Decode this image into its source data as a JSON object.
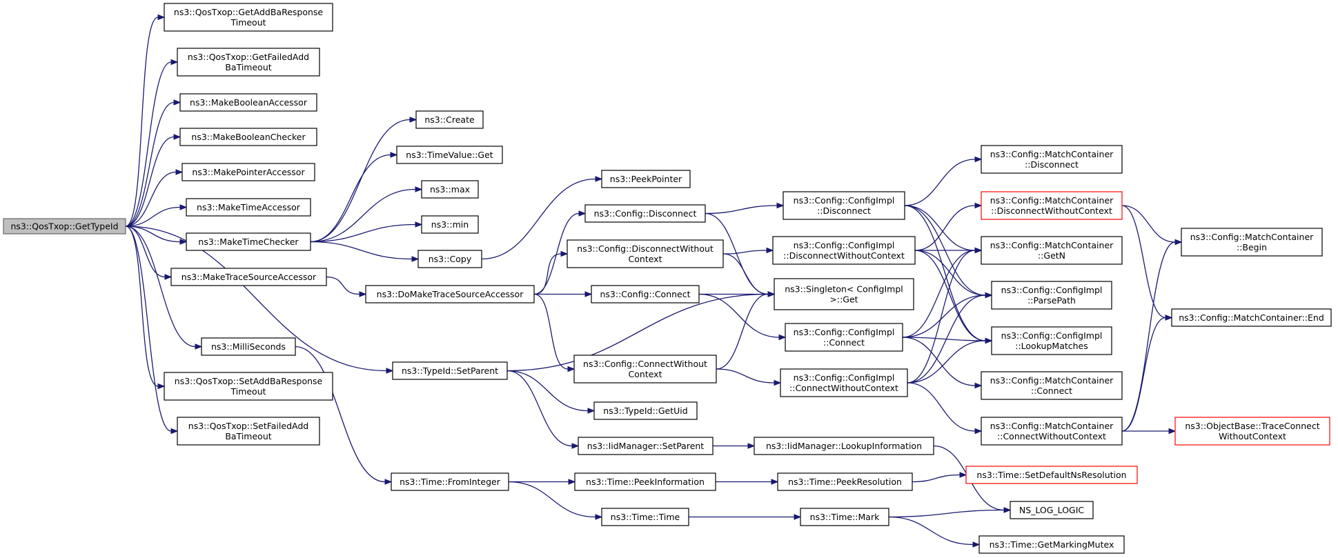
{
  "colors": {
    "edge": "#191970",
    "node_border": "#000000",
    "root_fill": "#bfbfbf",
    "red_border": "#ff0000"
  },
  "nodes": [
    {
      "id": "root",
      "lines": [
        "ns3::QosTxop::GetTypeId"
      ],
      "style": "root"
    },
    {
      "id": "getAddBaResp",
      "lines": [
        "ns3::QosTxop::GetAddBaResponse",
        "Timeout"
      ]
    },
    {
      "id": "getFailedAdd",
      "lines": [
        "ns3::QosTxop::GetFailedAdd",
        "BaTimeout"
      ]
    },
    {
      "id": "mkBoolAcc",
      "lines": [
        "ns3::MakeBooleanAccessor"
      ]
    },
    {
      "id": "mkBoolChk",
      "lines": [
        "ns3::MakeBooleanChecker"
      ]
    },
    {
      "id": "mkPtrAcc",
      "lines": [
        "ns3::MakePointerAccessor"
      ]
    },
    {
      "id": "mkTimeAcc",
      "lines": [
        "ns3::MakeTimeAccessor"
      ]
    },
    {
      "id": "mkTimeChk",
      "lines": [
        "ns3::MakeTimeChecker"
      ]
    },
    {
      "id": "mkTraceSrc",
      "lines": [
        "ns3::MakeTraceSourceAccessor"
      ]
    },
    {
      "id": "milliSec",
      "lines": [
        "ns3::MilliSeconds"
      ]
    },
    {
      "id": "setAddBaResp",
      "lines": [
        "ns3::QosTxop::SetAddBaResponse",
        "Timeout"
      ]
    },
    {
      "id": "setFailedAdd",
      "lines": [
        "ns3::QosTxop::SetFailedAdd",
        "BaTimeout"
      ]
    },
    {
      "id": "create",
      "lines": [
        "ns3::Create"
      ]
    },
    {
      "id": "timeValueGet",
      "lines": [
        "ns3::TimeValue::Get"
      ]
    },
    {
      "id": "max",
      "lines": [
        "ns3::max"
      ]
    },
    {
      "id": "min",
      "lines": [
        "ns3::min"
      ]
    },
    {
      "id": "copy",
      "lines": [
        "ns3::Copy"
      ]
    },
    {
      "id": "peekPtr",
      "lines": [
        "ns3::PeekPointer"
      ]
    },
    {
      "id": "doMakeTrace",
      "lines": [
        "ns3::DoMakeTraceSourceAccessor"
      ]
    },
    {
      "id": "typeIdSetParent",
      "lines": [
        "ns3::TypeId::SetParent"
      ]
    },
    {
      "id": "fromInteger",
      "lines": [
        "ns3::Time::FromInteger"
      ]
    },
    {
      "id": "cfgDisconnect",
      "lines": [
        "ns3::Config::Disconnect"
      ]
    },
    {
      "id": "cfgDisconnectWC",
      "lines": [
        "ns3::Config::DisconnectWithout",
        "Context"
      ]
    },
    {
      "id": "cfgConnect",
      "lines": [
        "ns3::Config::Connect"
      ]
    },
    {
      "id": "cfgConnectWC",
      "lines": [
        "ns3::Config::ConnectWithout",
        "Context"
      ]
    },
    {
      "id": "getUid",
      "lines": [
        "ns3::TypeId::GetUid"
      ]
    },
    {
      "id": "iidSetParent",
      "lines": [
        "ns3::IidManager::SetParent"
      ]
    },
    {
      "id": "peekInfo",
      "lines": [
        "ns3::Time::PeekInformation"
      ]
    },
    {
      "id": "timeTime",
      "lines": [
        "ns3::Time::Time"
      ]
    },
    {
      "id": "implDisconnect",
      "lines": [
        "ns3::Config::ConfigImpl",
        "::Disconnect"
      ]
    },
    {
      "id": "implDisconnectWC",
      "lines": [
        "ns3::Config::ConfigImpl",
        "::DisconnectWithoutContext"
      ]
    },
    {
      "id": "singletonGet",
      "lines": [
        "ns3::Singleton< ConfigImpl",
        ">::Get"
      ]
    },
    {
      "id": "implConnect",
      "lines": [
        "ns3::Config::ConfigImpl",
        "::Connect"
      ]
    },
    {
      "id": "implConnectWC",
      "lines": [
        "ns3::Config::ConfigImpl",
        "::ConnectWithoutContext"
      ]
    },
    {
      "id": "iidLookup",
      "lines": [
        "ns3::IidManager::LookupInformation"
      ]
    },
    {
      "id": "peekRes",
      "lines": [
        "ns3::Time::PeekResolution"
      ]
    },
    {
      "id": "timeMark",
      "lines": [
        "ns3::Time::Mark"
      ]
    },
    {
      "id": "mcDisconnect",
      "lines": [
        "ns3::Config::MatchContainer",
        "::Disconnect"
      ]
    },
    {
      "id": "mcDisconnectWC",
      "lines": [
        "ns3::Config::MatchContainer",
        "::DisconnectWithoutContext"
      ],
      "style": "red"
    },
    {
      "id": "mcGetN",
      "lines": [
        "ns3::Config::MatchContainer",
        "::GetN"
      ]
    },
    {
      "id": "implParsePath",
      "lines": [
        "ns3::Config::ConfigImpl",
        "::ParsePath"
      ]
    },
    {
      "id": "implLookup",
      "lines": [
        "ns3::Config::ConfigImpl",
        "::LookupMatches"
      ]
    },
    {
      "id": "mcConnect",
      "lines": [
        "ns3::Config::MatchContainer",
        "::Connect"
      ]
    },
    {
      "id": "mcConnectWC",
      "lines": [
        "ns3::Config::MatchContainer",
        "::ConnectWithoutContext"
      ]
    },
    {
      "id": "setDefaultNs",
      "lines": [
        "ns3::Time::SetDefaultNsResolution"
      ],
      "style": "red"
    },
    {
      "id": "nsLogLogic",
      "lines": [
        "NS_LOG_LOGIC"
      ]
    },
    {
      "id": "getMarkingMutex",
      "lines": [
        "ns3::Time::GetMarkingMutex"
      ]
    },
    {
      "id": "mcBegin",
      "lines": [
        "ns3::Config::MatchContainer",
        "::Begin"
      ]
    },
    {
      "id": "mcEnd",
      "lines": [
        "ns3::Config::MatchContainer::End"
      ]
    },
    {
      "id": "traceConnectWC",
      "lines": [
        "ns3::ObjectBase::TraceConnect",
        "WithoutContext"
      ],
      "style": "red"
    }
  ],
  "edges": [
    [
      "root",
      "getAddBaResp"
    ],
    [
      "root",
      "getFailedAdd"
    ],
    [
      "root",
      "mkBoolAcc"
    ],
    [
      "root",
      "mkBoolChk"
    ],
    [
      "root",
      "mkPtrAcc"
    ],
    [
      "root",
      "mkTimeAcc"
    ],
    [
      "root",
      "mkTimeChk"
    ],
    [
      "root",
      "mkTraceSrc"
    ],
    [
      "root",
      "milliSec"
    ],
    [
      "root",
      "setAddBaResp"
    ],
    [
      "root",
      "setFailedAdd"
    ],
    [
      "root",
      "typeIdSetParent"
    ],
    [
      "mkTimeChk",
      "create"
    ],
    [
      "mkTimeChk",
      "timeValueGet"
    ],
    [
      "mkTimeChk",
      "max"
    ],
    [
      "mkTimeChk",
      "min"
    ],
    [
      "mkTimeChk",
      "copy"
    ],
    [
      "copy",
      "peekPtr"
    ],
    [
      "mkTraceSrc",
      "doMakeTrace"
    ],
    [
      "doMakeTrace",
      "cfgDisconnect"
    ],
    [
      "doMakeTrace",
      "cfgDisconnectWC"
    ],
    [
      "doMakeTrace",
      "cfgConnect"
    ],
    [
      "doMakeTrace",
      "cfgConnectWC"
    ],
    [
      "milliSec",
      "fromInteger"
    ],
    [
      "typeIdSetParent",
      "singletonGet"
    ],
    [
      "typeIdSetParent",
      "getUid"
    ],
    [
      "typeIdSetParent",
      "iidSetParent"
    ],
    [
      "cfgDisconnect",
      "implDisconnect"
    ],
    [
      "cfgDisconnect",
      "singletonGet"
    ],
    [
      "cfgDisconnectWC",
      "implDisconnectWC"
    ],
    [
      "cfgDisconnectWC",
      "singletonGet"
    ],
    [
      "cfgConnect",
      "singletonGet"
    ],
    [
      "cfgConnect",
      "implConnect"
    ],
    [
      "cfgConnectWC",
      "singletonGet"
    ],
    [
      "cfgConnectWC",
      "implConnectWC"
    ],
    [
      "iidSetParent",
      "iidLookup"
    ],
    [
      "fromInteger",
      "peekInfo"
    ],
    [
      "fromInteger",
      "timeTime"
    ],
    [
      "peekInfo",
      "peekRes"
    ],
    [
      "timeTime",
      "timeMark"
    ],
    [
      "implDisconnect",
      "mcDisconnect"
    ],
    [
      "implDisconnect",
      "mcGetN"
    ],
    [
      "implDisconnect",
      "implParsePath"
    ],
    [
      "implDisconnect",
      "implLookup"
    ],
    [
      "implDisconnectWC",
      "mcDisconnectWC"
    ],
    [
      "implDisconnectWC",
      "mcGetN"
    ],
    [
      "implDisconnectWC",
      "implParsePath"
    ],
    [
      "implDisconnectWC",
      "implLookup"
    ],
    [
      "implConnect",
      "mcGetN"
    ],
    [
      "implConnect",
      "implParsePath"
    ],
    [
      "implConnect",
      "implLookup"
    ],
    [
      "implConnect",
      "mcConnect"
    ],
    [
      "implConnectWC",
      "mcGetN"
    ],
    [
      "implConnectWC",
      "implParsePath"
    ],
    [
      "implConnectWC",
      "implLookup"
    ],
    [
      "implConnectWC",
      "mcConnectWC"
    ],
    [
      "iidLookup",
      "nsLogLogic"
    ],
    [
      "peekRes",
      "setDefaultNs"
    ],
    [
      "timeMark",
      "nsLogLogic"
    ],
    [
      "timeMark",
      "getMarkingMutex"
    ],
    [
      "mcDisconnectWC",
      "mcBegin"
    ],
    [
      "mcDisconnectWC",
      "mcEnd"
    ],
    [
      "mcConnectWC",
      "mcBegin"
    ],
    [
      "mcConnectWC",
      "mcEnd"
    ],
    [
      "mcConnectWC",
      "traceConnectWC"
    ]
  ]
}
